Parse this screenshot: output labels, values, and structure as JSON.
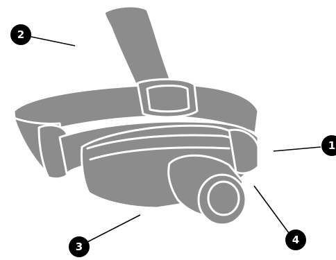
{
  "diagram": {
    "subject_icon": "headlamp-icon",
    "colors": {
      "body": "#8c8c8c",
      "outline": "#ffffff",
      "callout": "#000000",
      "callout_text": "#ffffff"
    },
    "callouts": [
      {
        "id": "headband-top",
        "label": "2"
      },
      {
        "id": "rear-pad",
        "label": "1"
      },
      {
        "id": "lamp-body",
        "label": "3"
      },
      {
        "id": "lens",
        "label": "4"
      }
    ]
  }
}
